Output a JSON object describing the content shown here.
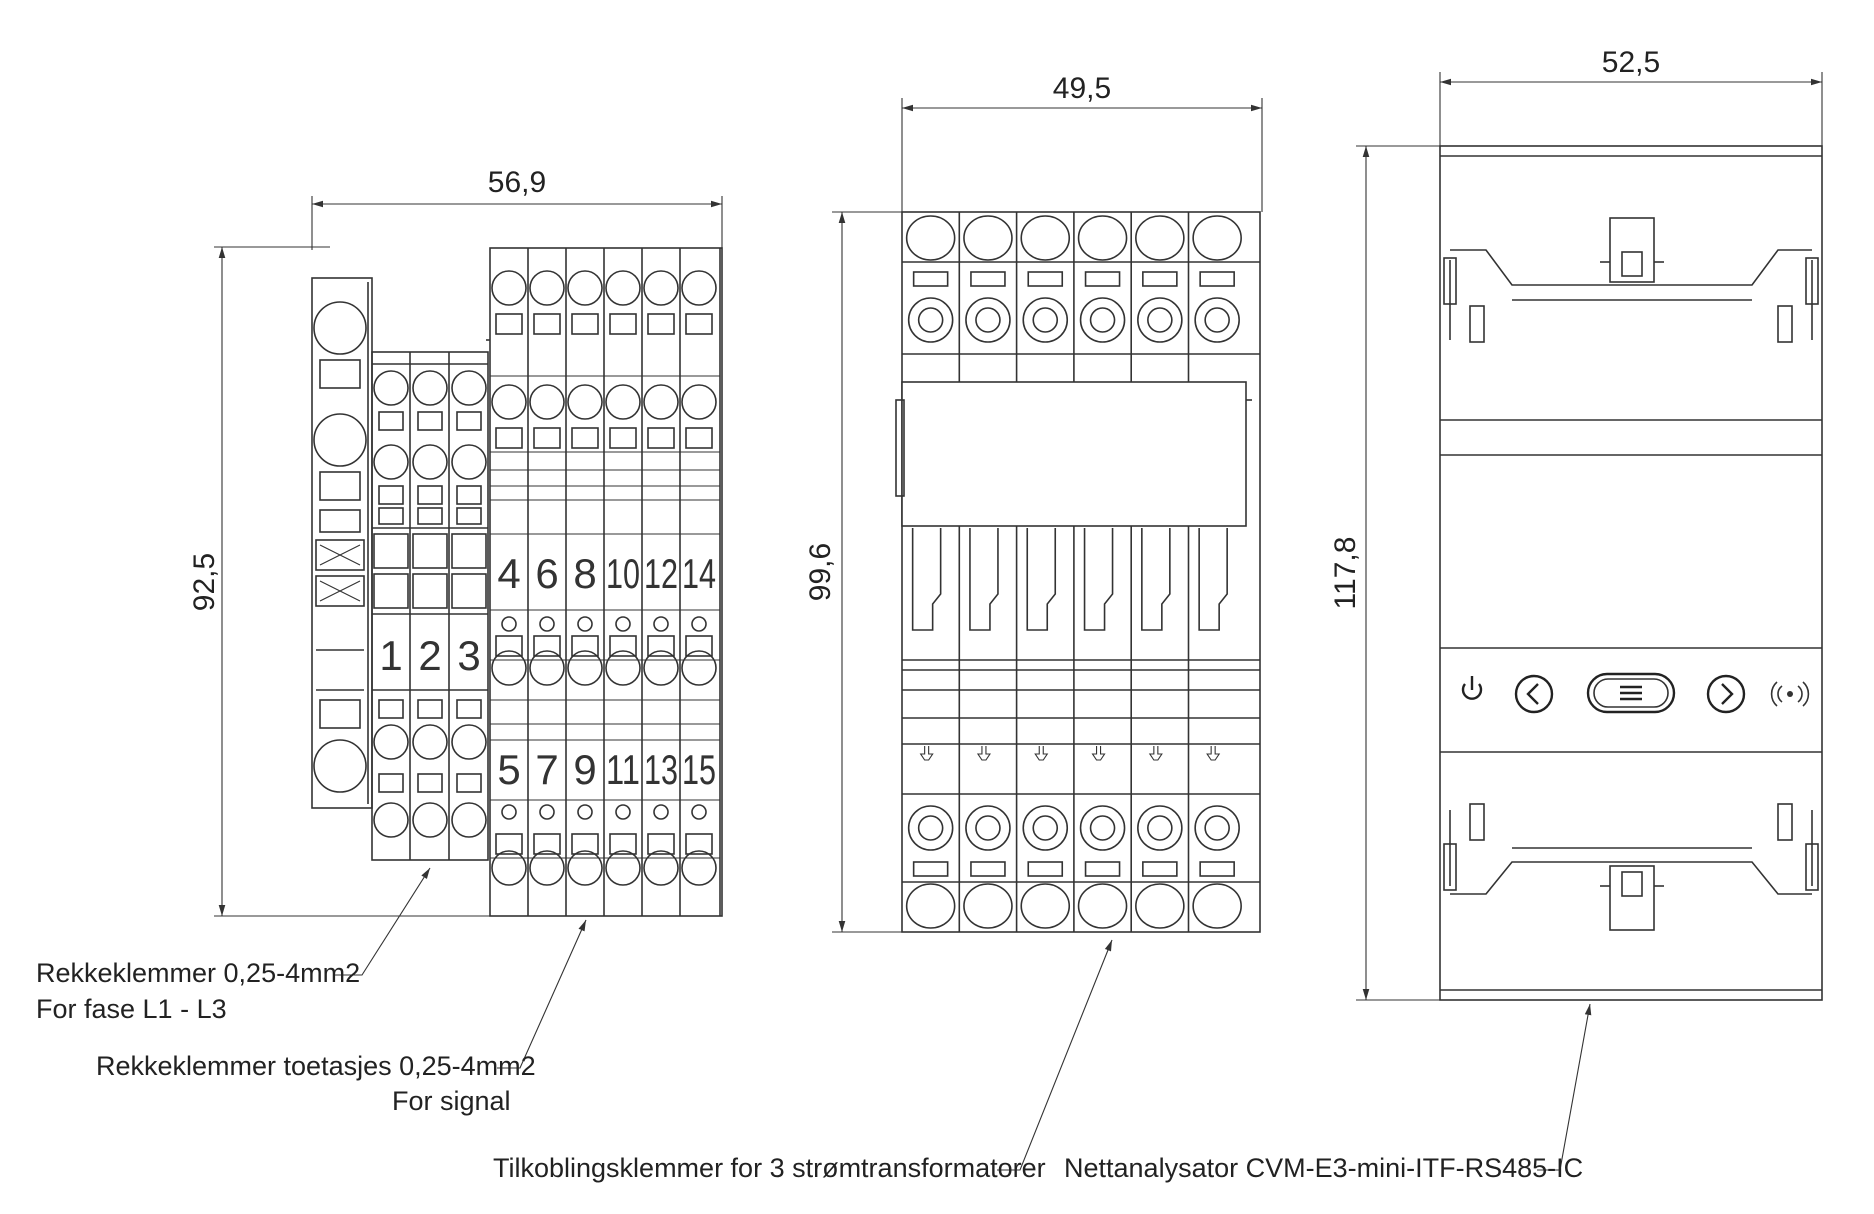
{
  "dimensions": {
    "left_width": "56,9",
    "left_height": "92,5",
    "middle_width": "49,5",
    "middle_height": "99,6",
    "right_width": "52,5",
    "right_height": "117,8"
  },
  "terminal_numbers": {
    "phase": [
      "1",
      "2",
      "3"
    ],
    "signal_top": [
      "4",
      "6",
      "8",
      "10",
      "12",
      "14"
    ],
    "signal_bottom": [
      "5",
      "7",
      "9",
      "11",
      "13",
      "15"
    ]
  },
  "callouts": {
    "phase_line1": "Rekkeklemmer 0,25-4mm2",
    "phase_line2": "For fase L1 - L3",
    "signal_line1": "Rekkeklemmer toetasjes 0,25-4mm2",
    "signal_line2": "For signal",
    "ct_terminals": "Tilkoblingsklemmer for 3 strømtransformatorer",
    "analyzer": "Nettanalysator CVM-E3-mini-ITF-RS485-IC"
  },
  "device_buttons": [
    "power-icon",
    "chevron-left-icon",
    "menu-icon",
    "chevron-right-icon",
    "wireless-icon"
  ]
}
